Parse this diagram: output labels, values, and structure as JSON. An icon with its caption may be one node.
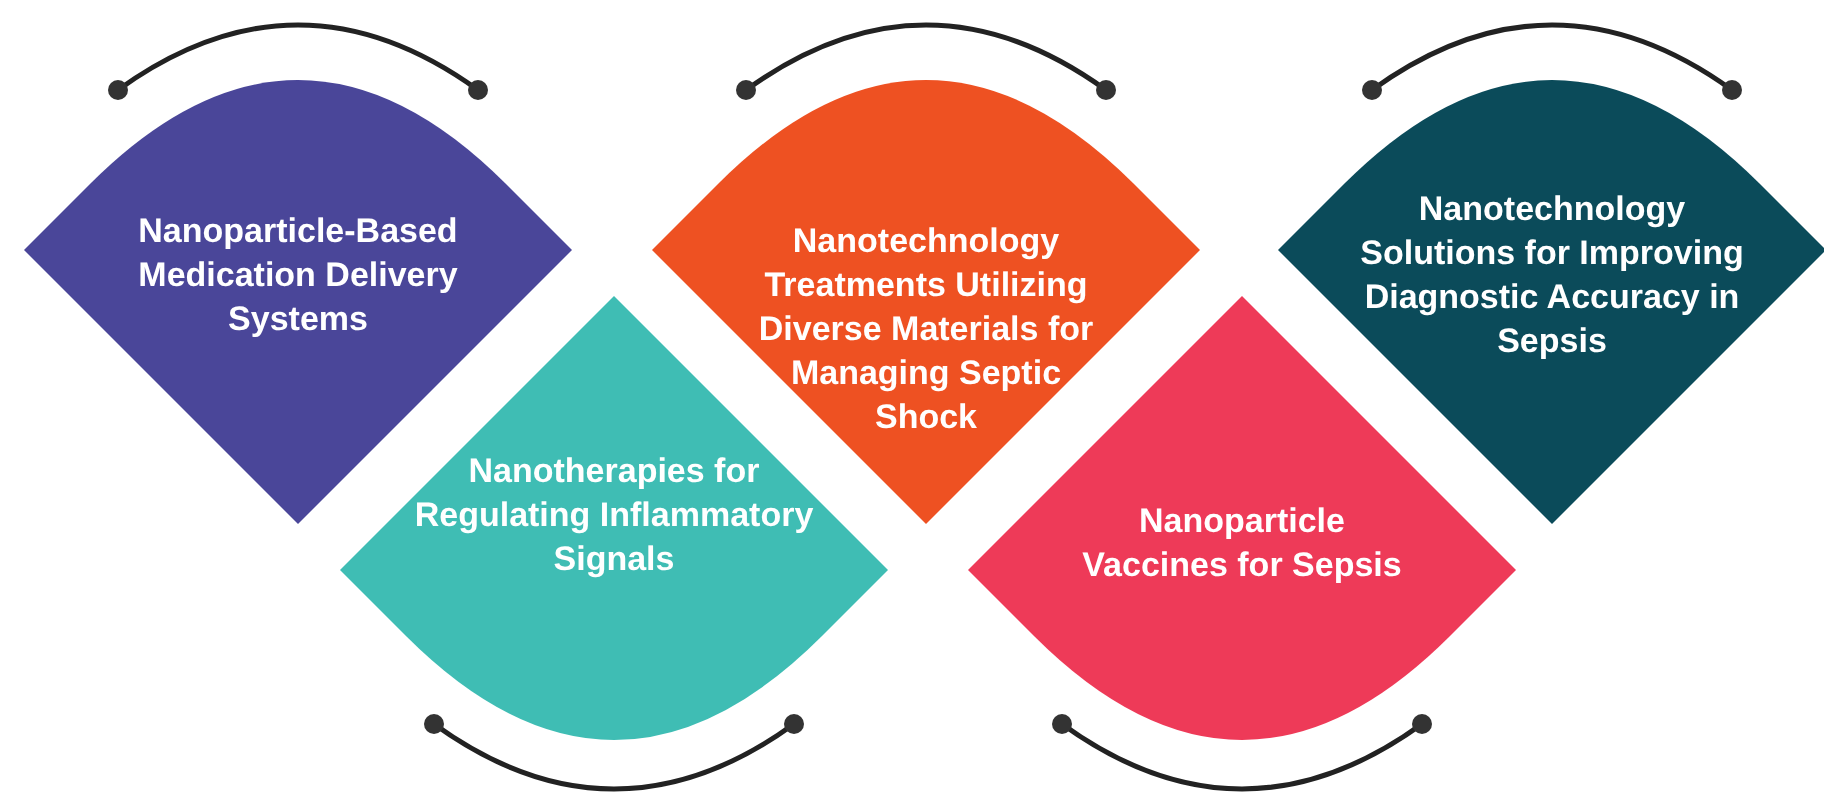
{
  "diagram": {
    "nodes": [
      {
        "text": [
          "Nanoparticle-Based Medication Delivery Systems"
        ]
      },
      {
        "text": [
          "Nanotherapies for Regulating Inflammatory Signals"
        ]
      },
      {
        "text": [
          "Nanotechnology Treatments Utilizing Diverse Materials for Managing Septic Shock"
        ]
      },
      {
        "text": [
          "Nanoparticle Vaccines for Sepsis"
        ]
      },
      {
        "text": [
          "Nanotechnology Solutions for Improving Diagnostic Accuracy in Sepsis"
        ]
      }
    ]
  }
}
